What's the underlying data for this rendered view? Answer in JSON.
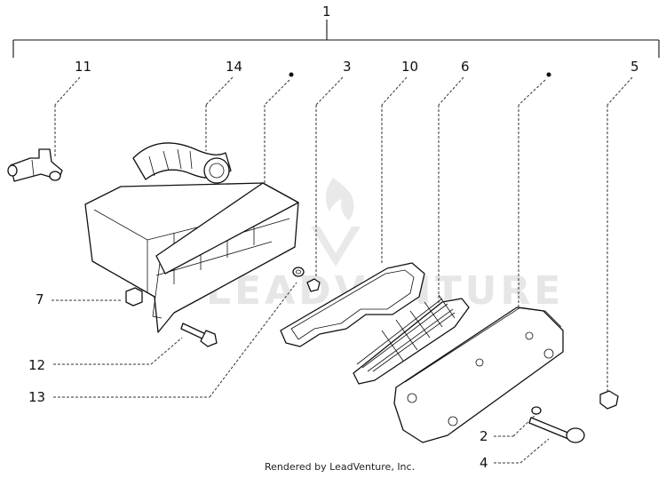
{
  "callouts": {
    "c1": "1",
    "c2": "2",
    "c3": "3",
    "c4": "4",
    "c5": "5",
    "c6": "6",
    "c7": "7",
    "c10": "10",
    "c11": "11",
    "c12": "12",
    "c13": "13",
    "c14": "14"
  },
  "watermark": {
    "text": "LEADVENTURE"
  },
  "footer": {
    "credit": "Rendered by LeadVenture, Inc."
  },
  "colors": {
    "ink": "#111111",
    "background": "#ffffff",
    "watermark": "#e6e6e6"
  }
}
